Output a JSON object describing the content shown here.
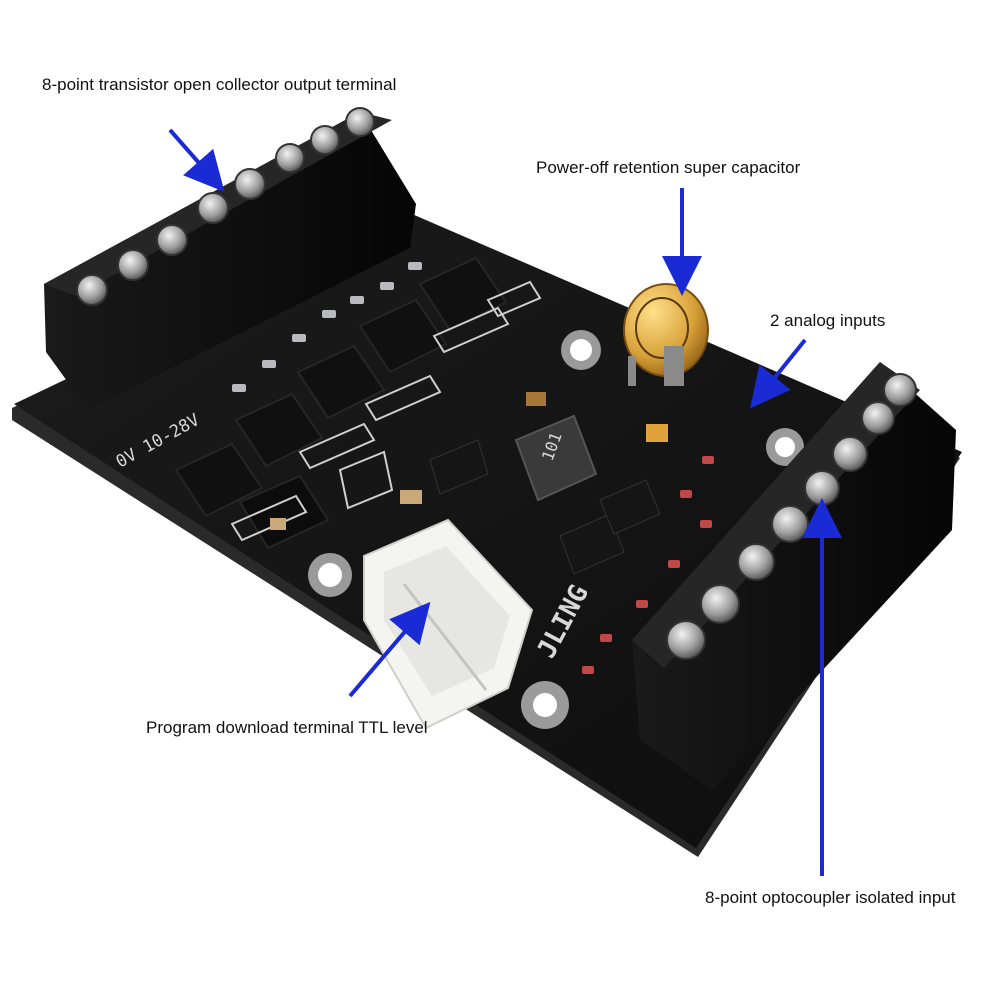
{
  "annotations": {
    "output_terminal": "8-point transistor open collector output terminal",
    "super_capacitor": "Power-off retention super capacitor",
    "analog_inputs": "2 analog inputs",
    "download_terminal": "Program download terminal TTL level",
    "optocoupler_input": "8-point optocoupler isolated input"
  },
  "board_silkscreen": {
    "voltage": "0V 10-28V",
    "brand": "JLING",
    "inductor_code": "101"
  },
  "colors": {
    "arrow": "#1a2bd6",
    "pcb": "#141414",
    "terminal_block": "#0b0b0b",
    "capacitor": "#d9a23a",
    "connector": "#f4f4f1"
  }
}
